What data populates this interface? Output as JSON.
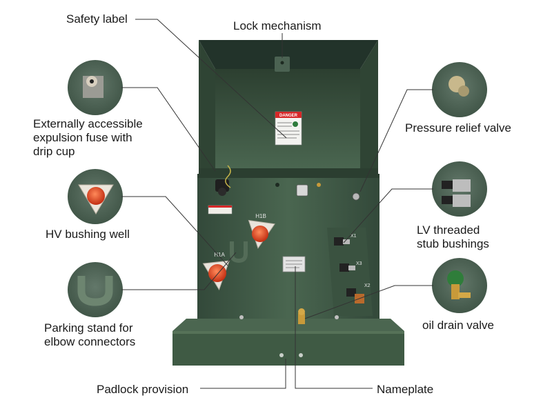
{
  "labels": {
    "safety_label": "Safety label",
    "lock_mechanism": "Lock mechanism",
    "fuse": "Externally accessible\nexpulsion fuse with\ndrip cup",
    "pressure_relief": "Pressure relief valve",
    "hv_bushing": "HV bushing well",
    "lv_bushings": "LV threaded\nstub bushings",
    "parking_stand": "Parking stand for\nelbow connectors",
    "oil_drain": "oil drain valve",
    "padlock": "Padlock provision",
    "nameplate": "Nameplate"
  },
  "markings": {
    "danger": "DANGER",
    "h1b": "H1B",
    "h1a": "H1A",
    "x1": "X1",
    "x2": "X2",
    "x3": "X3"
  },
  "colors": {
    "cabinet": "#3f5a44",
    "cabinet_dark": "#2e4433",
    "danger_red": "#d62828",
    "bushing_red": "#d94a1e",
    "brass": "#c89a3a"
  }
}
